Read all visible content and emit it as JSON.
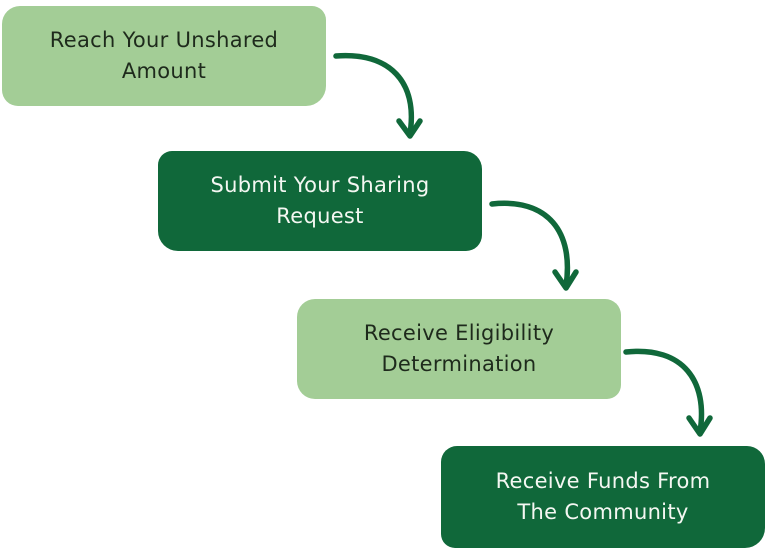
{
  "diagram": {
    "steps": [
      {
        "label": "Reach Your Unshared\nAmount",
        "tone": "light"
      },
      {
        "label": "Submit Your Sharing\nRequest",
        "tone": "dark"
      },
      {
        "label": "Receive Eligibility\nDetermination",
        "tone": "light"
      },
      {
        "label": "Receive Funds From\nThe Community",
        "tone": "dark"
      }
    ],
    "colors": {
      "light_box": "#a3cd96",
      "dark_box": "#10683a",
      "arrow": "#10683a",
      "light_text": "#1e2a1c",
      "dark_text": "#f4f7f2"
    }
  }
}
